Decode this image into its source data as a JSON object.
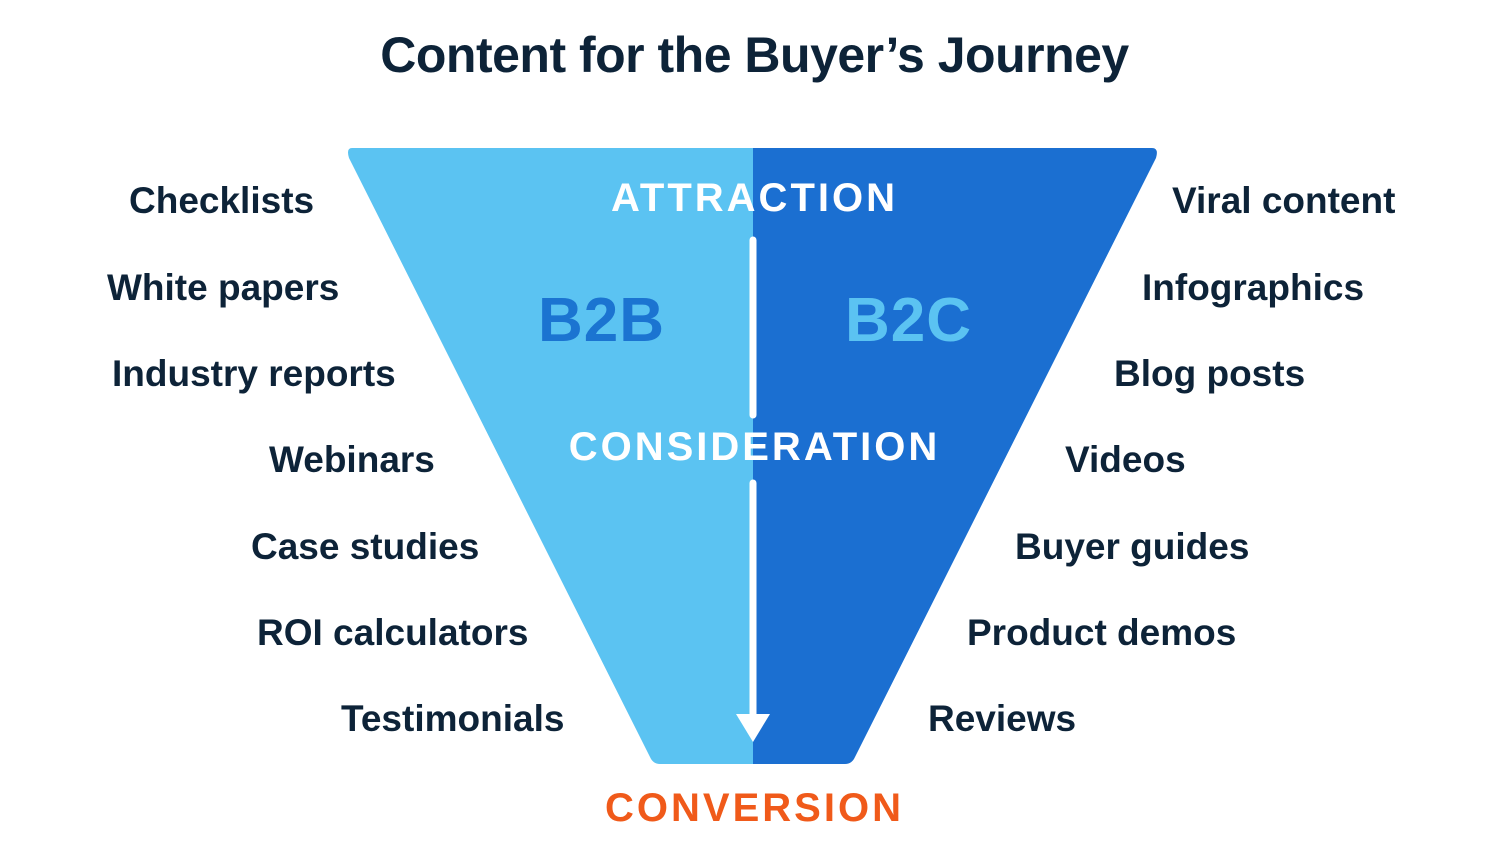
{
  "title": "Content for the Buyer’s Journey",
  "stages": {
    "attraction": "ATTRACTION",
    "consideration": "CONSIDERATION",
    "conversion": "CONVERSION"
  },
  "segments": {
    "left": "B2B",
    "right": "B2C"
  },
  "b2b_items": [
    "Checklists",
    "White papers",
    "Industry reports",
    "Webinars",
    "Case studies",
    "ROI calculators",
    "Testimonials"
  ],
  "b2c_items": [
    "Viral content",
    "Infographics",
    "Blog posts",
    "Videos",
    "Buyer guides",
    "Product demos",
    "Reviews"
  ],
  "colors": {
    "b2b_fill": "#5bc3f2",
    "b2c_fill": "#1b6fd1",
    "conversion": "#f05a1a",
    "text": "#0d2338"
  }
}
